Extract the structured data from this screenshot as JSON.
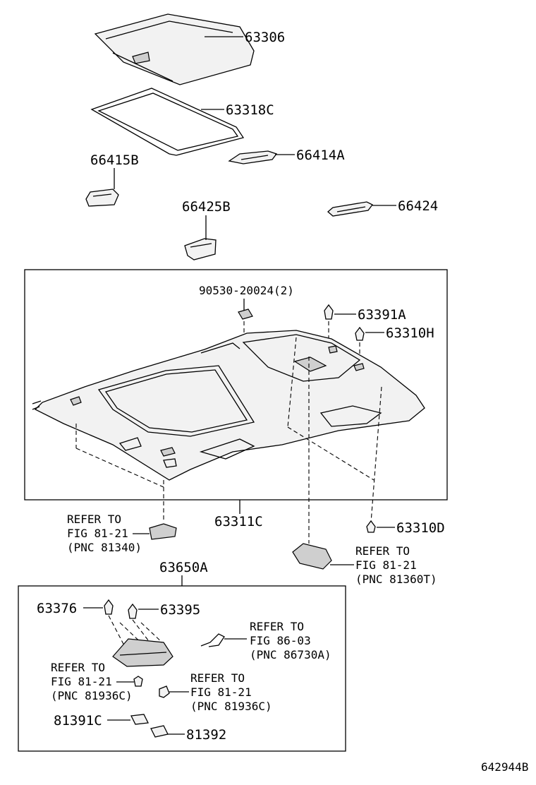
{
  "labels": {
    "p63306": "63306",
    "p63318C": "63318C",
    "p66415B": "66415B",
    "p66414A": "66414A",
    "p66425B": "66425B",
    "p66424": "66424",
    "p90530": "90530-20024(2)",
    "p63391A": "63391A",
    "p63310H": "63310H",
    "p63311C": "63311C",
    "p63310D": "63310D",
    "p63650A": "63650A",
    "p63376": "63376",
    "p63395": "63395",
    "p81391C": "81391C",
    "p81392": "81392",
    "doc_id": "642944B"
  },
  "refs": {
    "r81340": [
      "REFER TO",
      "FIG 81-21",
      "(PNC 81340)"
    ],
    "r81360T": [
      "REFER TO",
      "FIG 81-21",
      "(PNC 81360T)"
    ],
    "r86730A": [
      "REFER TO",
      "FIG 86-03",
      "(PNC 86730A)"
    ],
    "r81936C_left": [
      "REFER TO",
      "FIG 81-21",
      "(PNC 81936C)"
    ],
    "r81936C_right": [
      "REFER TO",
      "FIG 81-21",
      "(PNC 81936C)"
    ]
  }
}
